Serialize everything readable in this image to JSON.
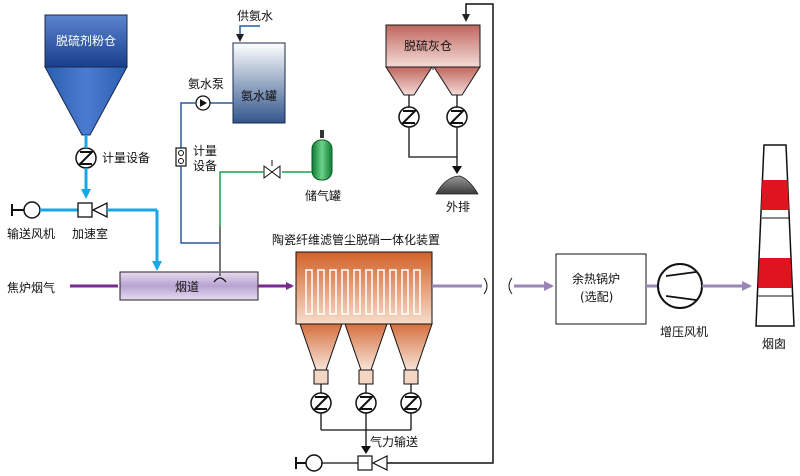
{
  "labels": {
    "desulfurizer_silo": "脱硫剂粉仓",
    "metering_top": "计量设备",
    "conveying_fan": "输送风机",
    "accel_chamber": "加速室",
    "coke_gas": "焦炉烟气",
    "flue": "烟道",
    "ammonia_supply": "供氨水",
    "ammonia_pump": "氨水泵",
    "ammonia_tank": "氨水罐",
    "metering_mid": "计量\n设备",
    "gas_tank": "储气罐",
    "ash_silo": "脱硫灰仓",
    "discharge": "外排",
    "integrated_unit": "陶瓷纤维滤管尘脱硝一体化装置",
    "pneumatic": "气力输送",
    "boiler_line1": "余热锅炉",
    "boiler_line2": "(选配)",
    "booster_fan": "增压风机",
    "chimney": "烟囱"
  },
  "colors": {
    "flue_gas": "#7a2a8c",
    "flue_light": "#9a86b6",
    "powder": "#1aa7e6",
    "water": "#2a5a9a",
    "gas": "#18a04a",
    "silo_blue": "#2a5fb0",
    "ash_red": "#c46a60",
    "filter_orange": "#d8743c",
    "chimney_red": "#e0141e"
  },
  "icons": [
    "rotary-valve-icon",
    "pump-icon",
    "fan-icon",
    "valve-icon",
    "flowmeter-icon",
    "gas-cylinder-icon"
  ]
}
